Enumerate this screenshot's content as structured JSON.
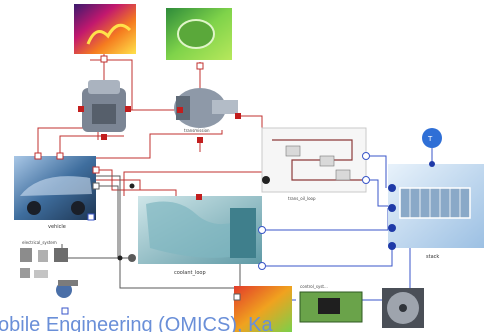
{
  "diagram": {
    "labels": {
      "vehicle": "vehicle",
      "transmission": "transmission",
      "trans_oil_loop": "trans_oil_loop",
      "coolant_loop": "coolant_loop",
      "stack": "stack",
      "electrical_system": "electrical_system",
      "control_system": "control_syst..."
    },
    "watermark": "obile Engineering (OMICS), Ka"
  },
  "colors": {
    "wire_red": "#c0302f",
    "wire_dark": "#5a5a5a",
    "wire_blue": "#3a56c8",
    "port_blue": "#1f3aa8",
    "port_red": "#c21e1e",
    "accent_blue": "#2f6fd6",
    "watermark": "#6a8fd8"
  }
}
